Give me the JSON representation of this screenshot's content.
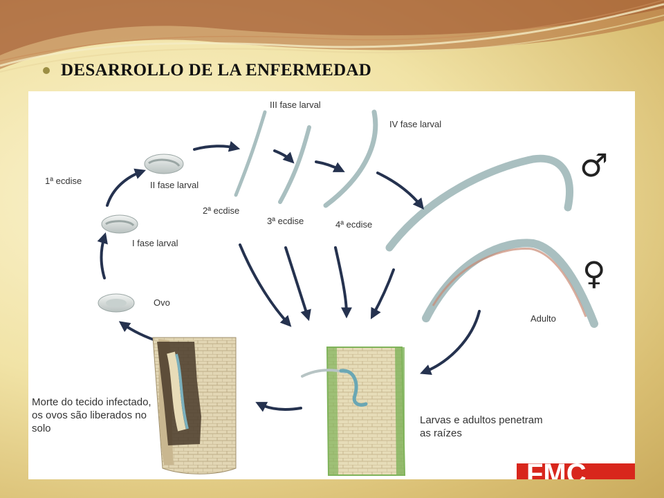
{
  "slide": {
    "title": "DESARROLLO DE LA ENFERMEDAD"
  },
  "diagram": {
    "stages": {
      "egg": "Ovo",
      "larva_1": "I fase larval",
      "larva_2": "II fase larval",
      "larva_3": "III fase larval",
      "larva_4": "IV fase larval",
      "adult": "Adulto"
    },
    "molts": {
      "first": "1ª ecdise",
      "second": "2ª ecdise",
      "third": "3ª ecdise",
      "fourth": "4ª ecdise"
    },
    "sex_symbols": {
      "male": "♂",
      "female": "♀"
    },
    "descriptions": {
      "tissue_death": "Morte do tecido infectado, os ovos são liberados no solo",
      "penetration": "Larvas e adultos penetram as raízes"
    },
    "logo": "FMC"
  },
  "colors": {
    "arrow": "#25324f",
    "worm": "#a9bfc0",
    "root_green": "#7fb35a",
    "root_dark": "#4a3b2a",
    "logo_red": "#d8261c",
    "title_bullet": "#9c8e43"
  }
}
